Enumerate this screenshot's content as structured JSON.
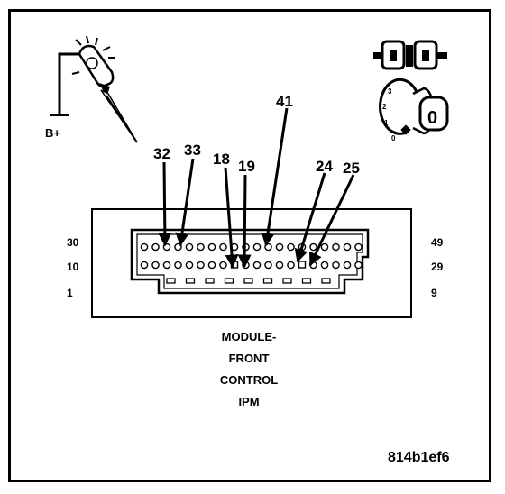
{
  "battery_label": "B+",
  "probe_icon": "test-light-probe-icon",
  "fuse_icon": "fuse-icon",
  "ignition_icon": "ignition-switch-icon",
  "ignition_positions": [
    "3",
    "2",
    "1",
    "0"
  ],
  "ignition_key_label": "0",
  "pin_callouts": [
    "32",
    "33",
    "18",
    "19",
    "41",
    "24",
    "25"
  ],
  "row_labels_left": [
    "30",
    "10",
    "1"
  ],
  "row_labels_right": [
    "49",
    "29",
    "9"
  ],
  "module_label_lines": [
    "MODULE-",
    "FRONT",
    "CONTROL",
    "IPM"
  ],
  "figure_id": "814b1ef6"
}
